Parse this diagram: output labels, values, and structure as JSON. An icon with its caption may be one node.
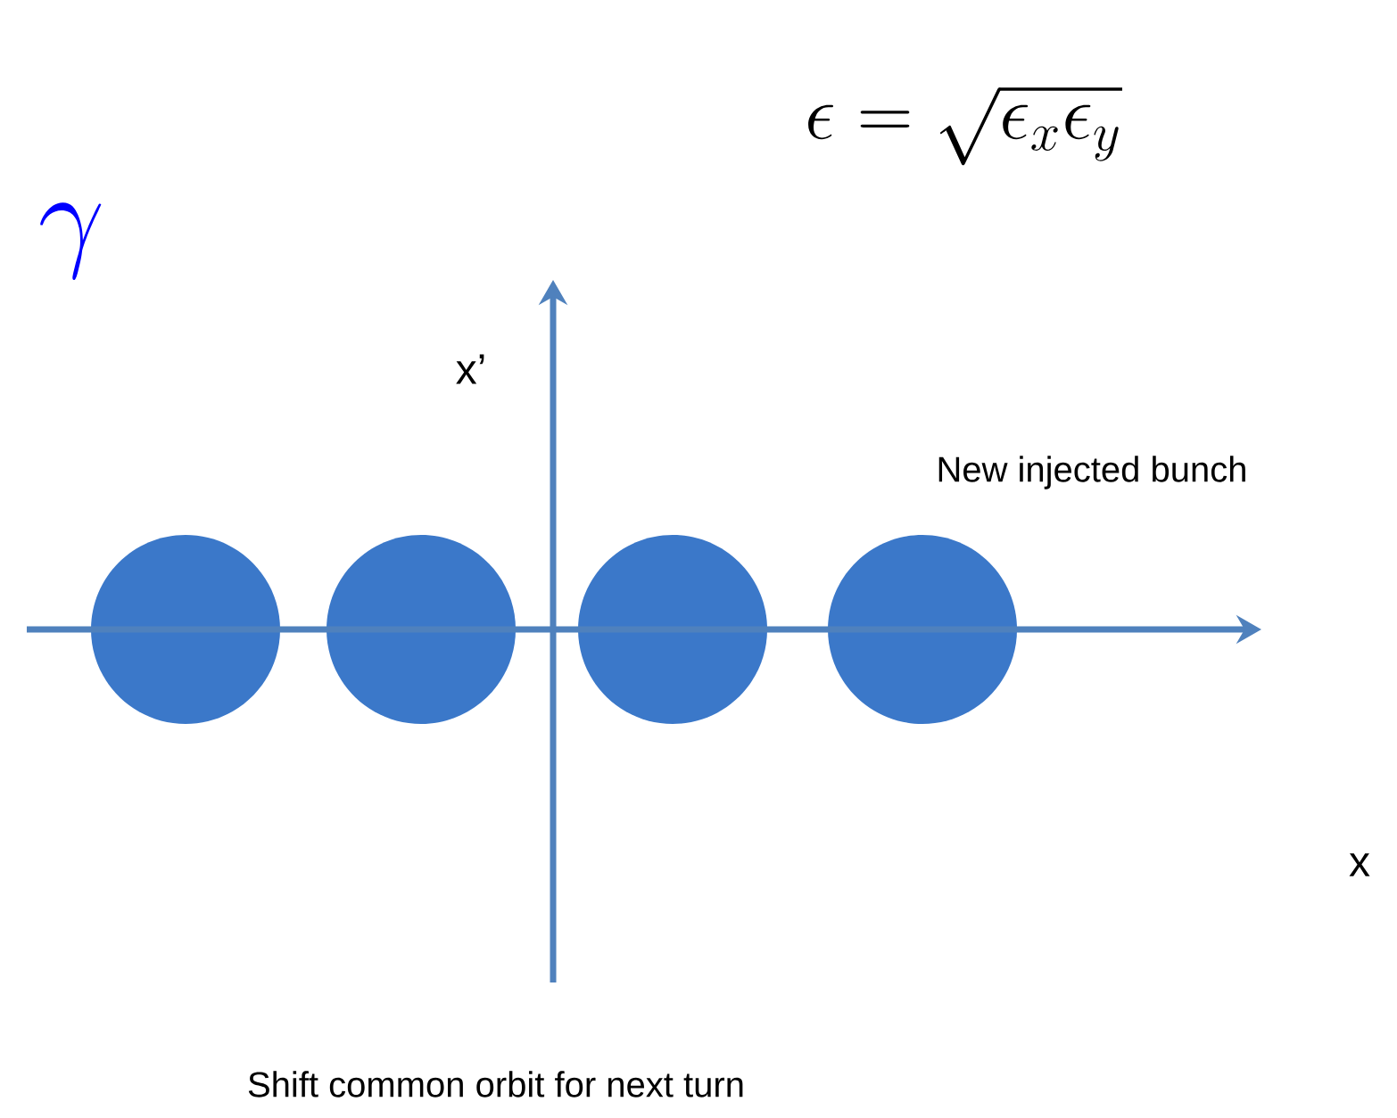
{
  "diagram": {
    "nodes": [
      {
        "text": [],
        "shape": "circle"
      },
      {
        "text": [],
        "shape": "circle"
      },
      {
        "text": [],
        "shape": "circle"
      },
      {
        "text": [],
        "shape": "circle",
        "beside": [
          "New injected bunch"
        ]
      }
    ],
    "labels": [
      "\\epsilon = \\sqrt{\\epsilon_x\\epsilon_y}",
      "\\gamma",
      "x’",
      "x",
      "Shift common orbit for next turn"
    ]
  }
}
